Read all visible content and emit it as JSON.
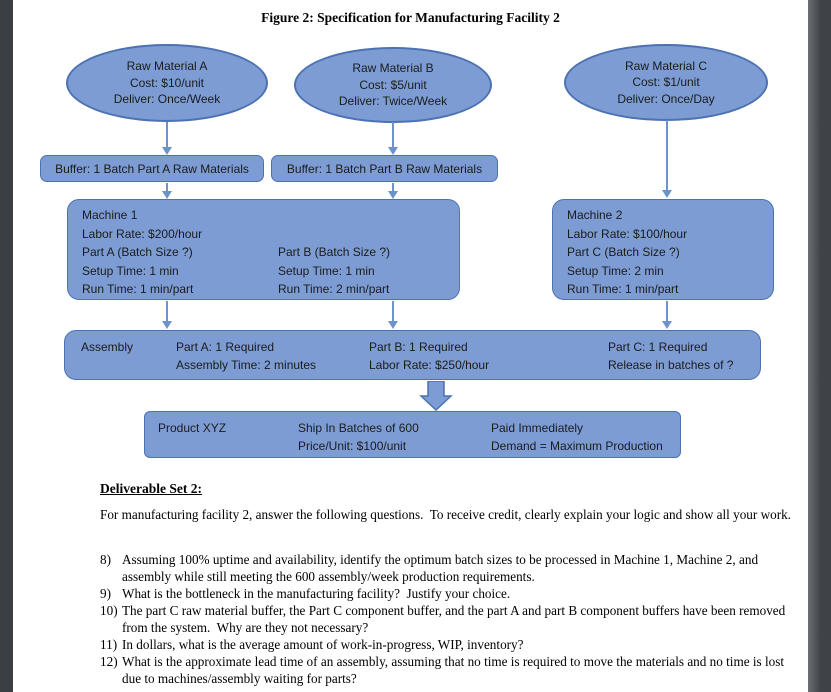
{
  "page": {
    "title": "Figure 2: Specification for Manufacturing Facility 2"
  },
  "colors": {
    "shape_fill": "#7c9cd3",
    "shape_border": "#4c72b3",
    "arrow": "#6e93cc",
    "text": "#1c1c1c"
  },
  "diagram": {
    "ellipses": [
      {
        "lines": [
          "Raw Material A",
          "Cost: $10/unit",
          "Deliver: Once/Week"
        ]
      },
      {
        "lines": [
          "Raw Material B",
          "Cost: $5/unit",
          "Deliver: Twice/Week"
        ]
      },
      {
        "lines": [
          "Raw Material C",
          "Cost: $1/unit",
          "Deliver: Once/Day"
        ]
      }
    ],
    "buffers": [
      {
        "label": "Buffer: 1 Batch Part A Raw Materials"
      },
      {
        "label": "Buffer: 1 Batch Part B Raw Materials"
      }
    ],
    "machine1": {
      "left_lines": [
        "Machine 1",
        "Labor Rate: $200/hour",
        "Part A (Batch Size ?)",
        "Setup Time: 1 min",
        "Run Time: 1 min/part"
      ],
      "right_lines": [
        "Part B (Batch Size ?)",
        "Setup Time: 1 min",
        "Run Time: 2 min/part"
      ]
    },
    "machine2": {
      "lines": [
        "Machine 2",
        "Labor Rate: $100/hour",
        "Part C (Batch Size ?)",
        "Setup Time: 2 min",
        "Run Time: 1 min/part"
      ]
    },
    "assembly": {
      "label": "Assembly",
      "col_a": [
        "Part A: 1 Required",
        "Assembly Time: 2 minutes"
      ],
      "col_b": [
        "Part B: 1 Required",
        "Labor Rate: $250/hour"
      ],
      "col_c": [
        "Part C: 1 Required",
        "Release in batches of ?"
      ]
    },
    "product": {
      "label": "Product XYZ",
      "col_ship": [
        "Ship In Batches of 600",
        "Price/Unit: $100/unit"
      ],
      "col_paid": [
        "Paid Immediately",
        "Demand = Maximum Production"
      ]
    }
  },
  "text": {
    "heading": "Deliverable Set 2:",
    "intro": "For manufacturing facility 2, answer the following questions.  To receive credit, clearly explain your logic and show all your work.",
    "questions": [
      {
        "num": "8)",
        "text": "Assuming 100% uptime and availability, identify the optimum batch sizes to be processed in Machine 1, Machine 2, and assembly while still meeting the 600 assembly/week production requirements."
      },
      {
        "num": "9)",
        "text": "What is the bottleneck in the manufacturing facility?  Justify your choice."
      },
      {
        "num": "10)",
        "text": "The part C raw material buffer, the Part C component buffer, and the part A and part B component buffers have been removed from the system.  Why are they not necessary?"
      },
      {
        "num": "11)",
        "text": "In dollars, what is the average amount of work-in-progress, WIP, inventory?"
      },
      {
        "num": "12)",
        "text": "What is the approximate lead time of an assembly, assuming that no time is required to move the materials and no time is lost due to machines/assembly waiting for parts?"
      }
    ]
  }
}
